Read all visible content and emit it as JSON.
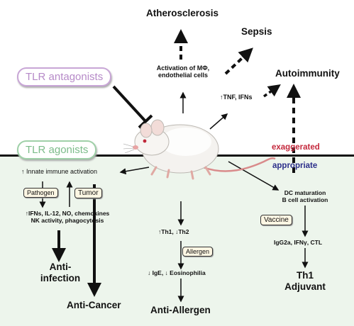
{
  "top": {
    "atherosclerosis": "Atherosclerosis",
    "activation_line1": "Activation of MΦ,",
    "activation_line2": "endothelial cells",
    "sepsis": "Sepsis",
    "tnf": "↑TNF, IFNs",
    "autoimmunity": "Autoimmunity",
    "exaggerated": "exaggerated",
    "appropriate": "appropriate"
  },
  "left": {
    "antagonists": "TLR antagonists",
    "agonists": "TLR agonists",
    "innate": "↑ Innate immune activation",
    "pathogen": "Pathogen",
    "tumor": "Tumor",
    "ifns_line1": "↑IFNs, IL-12, NO, chemokines",
    "ifns_line2": "NK activity, phagocytosis",
    "anti_infection_1": "Anti-",
    "anti_infection_2": "infection",
    "anti_cancer": "Anti-Cancer"
  },
  "center": {
    "th": "↑Th1, ↓Th2",
    "allergen": "Allergen",
    "ige": "↓ IgE, ↓ Eosinophilia",
    "anti_allergen": "Anti-Allergen"
  },
  "right": {
    "dc": "DC maturation",
    "bcell": "B cell activation",
    "vaccine": "Vaccine",
    "igg": "IgG2a, IFNγ, CTL",
    "th1": "Th1",
    "adjuvant": "Adjuvant"
  },
  "colors": {
    "antagonist_border": "#c8a6d6",
    "antagonist_text": "#b68ac8",
    "agonist_border": "#9fd0a8",
    "agonist_text": "#7cbc8a",
    "exaggerated": "#c4283c",
    "appropriate": "#2b2e8a",
    "lower_bg": "#edf5ec"
  },
  "icons": {
    "mouse": "white-mouse-image"
  }
}
